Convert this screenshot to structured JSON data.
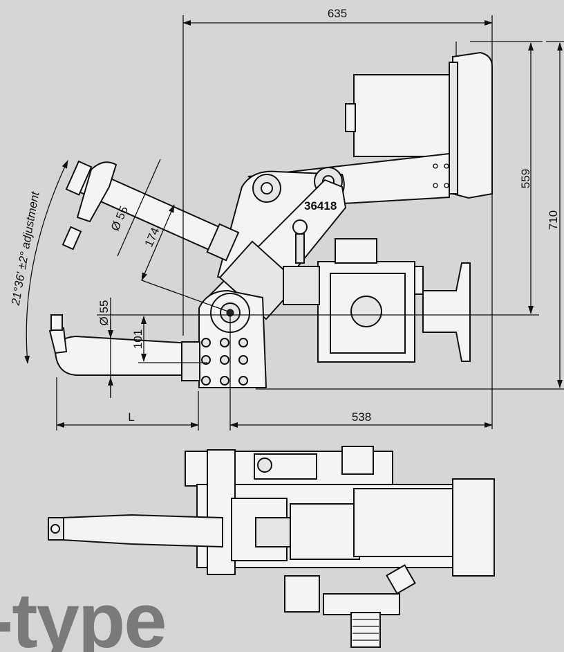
{
  "labels": {
    "dim_635": "635",
    "dim_559": "559",
    "dim_710": "710",
    "dim_538": "538",
    "dim_L": "L",
    "dim_101": "101",
    "dim_d55_top": "Ø 55",
    "dim_d55_side": "Ø 55",
    "dim_174": "174",
    "adjustment": "21°36' ±2° adjustment",
    "part_number": "36418",
    "type_text": "-type"
  },
  "colors": {
    "background": "#d6d6d6",
    "line": "#111111",
    "type_text": "#7a7a7a"
  }
}
